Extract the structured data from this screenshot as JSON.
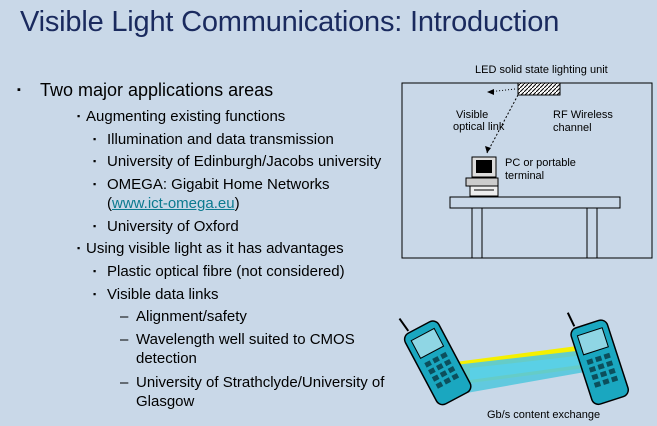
{
  "slide": {
    "title": "Visible Light Communications: Introduction",
    "bullets": {
      "b1": "Two major applications areas",
      "b1_1": "Augmenting existing functions",
      "b1_1_1": "Illumination and data transmission",
      "b1_1_2": "University of Edinburgh/Jacobs university",
      "b1_1_3a": "OMEGA: Gigabit Home Networks",
      "b1_1_3b_open": "(",
      "b1_1_3b_link": "www.ict-omega.eu",
      "b1_1_3b_close": ")",
      "b1_1_4": "University of Oxford",
      "b1_2": "Using visible light as it has advantages",
      "b1_2_1": "Plastic optical fibre (not considered)",
      "b1_2_2": "Visible data links",
      "b1_2_2_1": "Alignment/safety",
      "b1_2_2_2a": "Wavelength well suited to CMOS",
      "b1_2_2_2b": "detection",
      "b1_2_2_3a": "University of Strathclyde/University of",
      "b1_2_2_3b": "Glasgow"
    }
  },
  "diagram_room": {
    "led_label": "LED solid state lighting unit",
    "visible_link_1": "Visible",
    "visible_link_2": "optical link",
    "rf_1": "RF Wireless",
    "rf_2": "channel",
    "pc_1": "PC or portable",
    "pc_2": "terminal"
  },
  "diagram_phones": {
    "caption": "Gb/s content exchange"
  },
  "colors": {
    "background": "#c9d8e8",
    "title": "#1a2a5e",
    "link": "#0b7a8f",
    "phone_body": "#1aa7c0",
    "beam_yellow": "#f5f000",
    "beam_cyan": "#55c8de"
  },
  "markers": {
    "l1": "▪",
    "l2": "▪",
    "l3": "▪",
    "l4": "–"
  }
}
